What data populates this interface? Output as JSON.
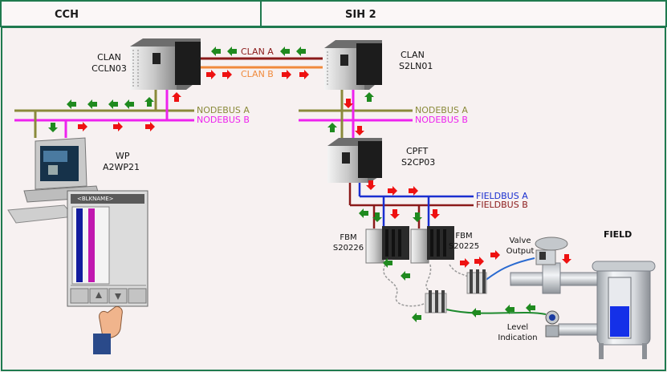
{
  "header": {
    "left_title": "CCH",
    "right_title": "SIH 2"
  },
  "nodes": {
    "clan_left": {
      "line1": "CLAN",
      "line2": "CCLN03"
    },
    "clan_right": {
      "line1": "CLAN",
      "line2": "S2LN01"
    },
    "wp": {
      "line1": "WP",
      "line2": "A2WP21"
    },
    "cpft": {
      "line1": "CPFT",
      "line2": "S2CP03"
    },
    "fbm_left": {
      "line1": "FBM",
      "line2": "S20226"
    },
    "fbm_right": {
      "line1": "FBM",
      "line2": "S20225"
    },
    "valve": {
      "line1": "Valve",
      "line2": "Output"
    },
    "level": {
      "line1": "Level",
      "line2": "Indication"
    },
    "field": "FIELD"
  },
  "buses": {
    "clan_a": "CLAN A",
    "clan_b": "CLAN B",
    "nodebus_a_left": "NODEBUS A",
    "nodebus_b_left": "NODEBUS B",
    "nodebus_a_right": "NODEBUS A",
    "nodebus_b_right": "NODEBUS B",
    "fieldbus_a": "FIELDBUS A",
    "fieldbus_b": "FIELDBUS B"
  },
  "colors": {
    "clan_a": "#8b1a1a",
    "clan_b": "#f08a3c",
    "nodebus_a": "#8a8a3a",
    "nodebus_b": "#ee22ee",
    "fieldbus_a": "#1a2fd0",
    "fieldbus_b": "#8b1a1a",
    "arrow_green": "#1f8a1f",
    "arrow_red": "#ee1111",
    "frame": "#1f7a4f"
  },
  "faceplate": {
    "title": "<BLKNAME>"
  }
}
